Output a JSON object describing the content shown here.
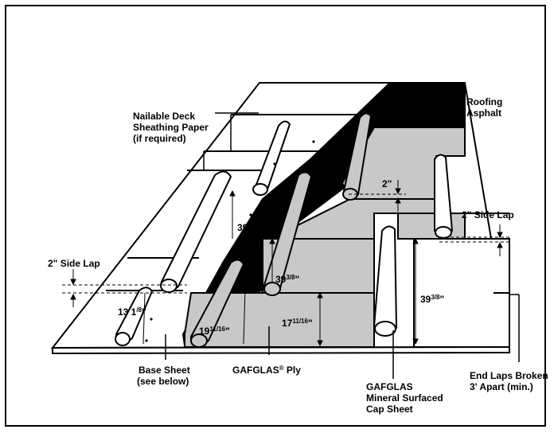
{
  "labels": {
    "nailable_line1": "Nailable Deck",
    "nailable_line2": "Sheathing Paper",
    "nailable_line3": "(if required)",
    "roofing_line1": "Roofing",
    "roofing_line2": "Asphalt",
    "side_lap_left": "2\" Side Lap",
    "side_lap_right": "2\" Side Lap",
    "base_line1": "Base Sheet",
    "base_line2": "(see below)",
    "ply_prefix": "GAFGLAS",
    "ply_reg": "®",
    "ply_suffix": " Ply",
    "cap_line1": "GAFGLAS",
    "cap_line2": "Mineral Surfaced",
    "cap_line3": "Cap Sheet",
    "end_line1": "End Laps Broken",
    "end_line2": "3'  Apart (min.)"
  },
  "dimensions": {
    "lap_2in": "2\"",
    "d_39_upper_int": "39",
    "d_39_upper_frac": "3/8",
    "d_39_upper_unit": "\"",
    "d_39_mid_int": "39",
    "d_39_mid_frac": "3/8",
    "d_39_mid_unit": "\"",
    "d_39_right_int": "39",
    "d_39_right_frac": "3/8",
    "d_39_right_unit": "\"",
    "d_13_int": "13 1",
    "d_13_frac": "/8",
    "d_13_unit": "\"",
    "d_19_int": "19",
    "d_19_frac": "11/16",
    "d_19_unit": "\"",
    "d_17_int": "17",
    "d_17_frac": "11/16",
    "d_17_unit": "\""
  },
  "colors": {
    "ink": "#000000",
    "ply_fill": "#c8c8c8",
    "paper": "#ffffff"
  }
}
